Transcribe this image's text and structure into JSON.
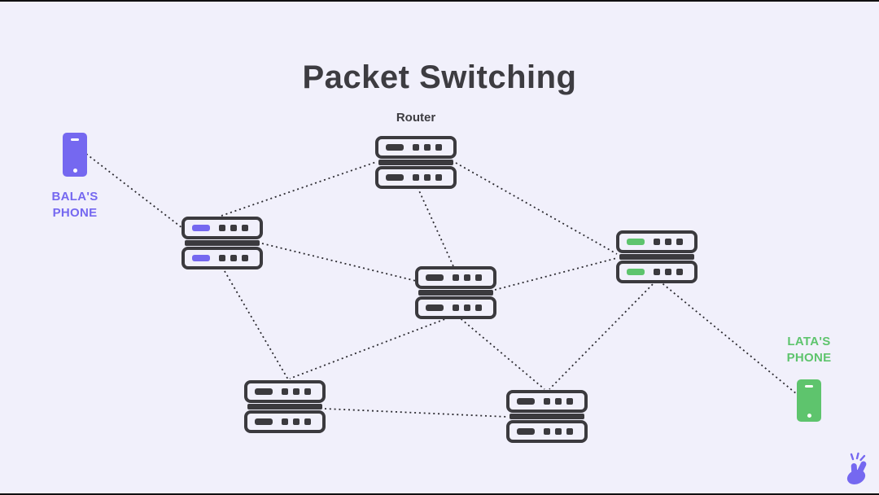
{
  "title": "Packet Switching",
  "labels": {
    "router_caption": "Router",
    "bala_phone_line1": "BALA'S",
    "bala_phone_line2": "PHONE",
    "lata_phone_line1": "LATA'S",
    "lata_phone_line2": "PHONE"
  },
  "colors": {
    "background": "#f1f0fb",
    "dark": "#3b3a3e",
    "purple": "#7568f0",
    "green": "#5ec46d",
    "line": "#2c2b31",
    "title_text": "#3d3c41"
  },
  "diagram": {
    "nodes": [
      {
        "id": "bala-phone",
        "type": "phone",
        "color": "purple",
        "label": "BALA'S PHONE"
      },
      {
        "id": "router-top",
        "type": "router",
        "led": "dark",
        "label": "Router"
      },
      {
        "id": "router-left",
        "type": "router",
        "led": "purple"
      },
      {
        "id": "router-center",
        "type": "router",
        "led": "dark"
      },
      {
        "id": "router-right",
        "type": "router",
        "led": "green"
      },
      {
        "id": "router-bottom-left",
        "type": "router",
        "led": "dark"
      },
      {
        "id": "router-bottom-center",
        "type": "router",
        "led": "dark"
      },
      {
        "id": "lata-phone",
        "type": "phone",
        "color": "green",
        "label": "LATA'S PHONE"
      }
    ],
    "edges": [
      [
        "bala-phone",
        "router-left"
      ],
      [
        "router-left",
        "router-top"
      ],
      [
        "router-top",
        "router-center"
      ],
      [
        "router-top",
        "router-right"
      ],
      [
        "router-left",
        "router-center"
      ],
      [
        "router-left",
        "router-bottom-left"
      ],
      [
        "router-center",
        "router-right"
      ],
      [
        "router-center",
        "router-bottom-left"
      ],
      [
        "router-center",
        "router-bottom-center"
      ],
      [
        "router-bottom-left",
        "router-bottom-center"
      ],
      [
        "router-right",
        "router-bottom-center"
      ],
      [
        "router-right",
        "lata-phone"
      ]
    ]
  }
}
